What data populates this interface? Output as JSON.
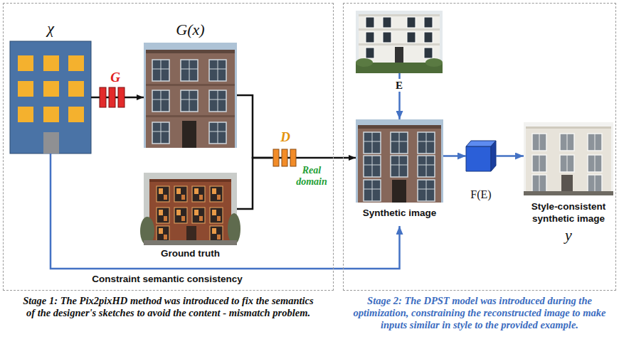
{
  "diagram": {
    "nodes": [
      {
        "text": [
          "Stage 1: The Pix2pixHD method was introduced to fix the semantics of the designer's sketches to avoid the content - mismatch problem."
        ]
      },
      {
        "text": [
          "χ"
        ],
        "in": 0
      },
      {
        "text": [
          "G"
        ],
        "in": 0
      },
      {
        "text": [
          "G(x)"
        ],
        "in": 0
      },
      {
        "text": [
          "D"
        ],
        "in": 0
      },
      {
        "text": [
          "Ground truth"
        ],
        "in": 0
      },
      {
        "text": [
          "Stage 2: The DPST model was introduced during the optimization, constraining the reconstructed image to make inputs similar in style to the provided example."
        ]
      },
      {
        "text": [
          "E"
        ],
        "in": 6
      },
      {
        "text": [
          "Synthetic image"
        ],
        "in": 6
      },
      {
        "text": [
          "F(E)"
        ],
        "in": 6
      },
      {
        "text": [
          "Style-consistent synthetic image",
          "y"
        ],
        "in": 6
      }
    ],
    "edges": [
      {
        "from": 1,
        "to": 2,
        "arrow": "none"
      },
      {
        "from": 2,
        "to": 3,
        "arrow": "to"
      },
      {
        "from": 3,
        "to": 4,
        "arrow": "none"
      },
      {
        "from": 5,
        "to": 4,
        "arrow": "none"
      },
      {
        "from": 4,
        "to": 8,
        "arrow": "to",
        "label": "Real domain"
      },
      {
        "from": 7,
        "to": 8,
        "arrow": "to"
      },
      {
        "from": 8,
        "to": 9,
        "arrow": "to"
      },
      {
        "from": 9,
        "to": 10,
        "arrow": "to"
      },
      {
        "from": 1,
        "to": 8,
        "arrow": "to",
        "label": "Constraint semantic consistency"
      }
    ]
  }
}
